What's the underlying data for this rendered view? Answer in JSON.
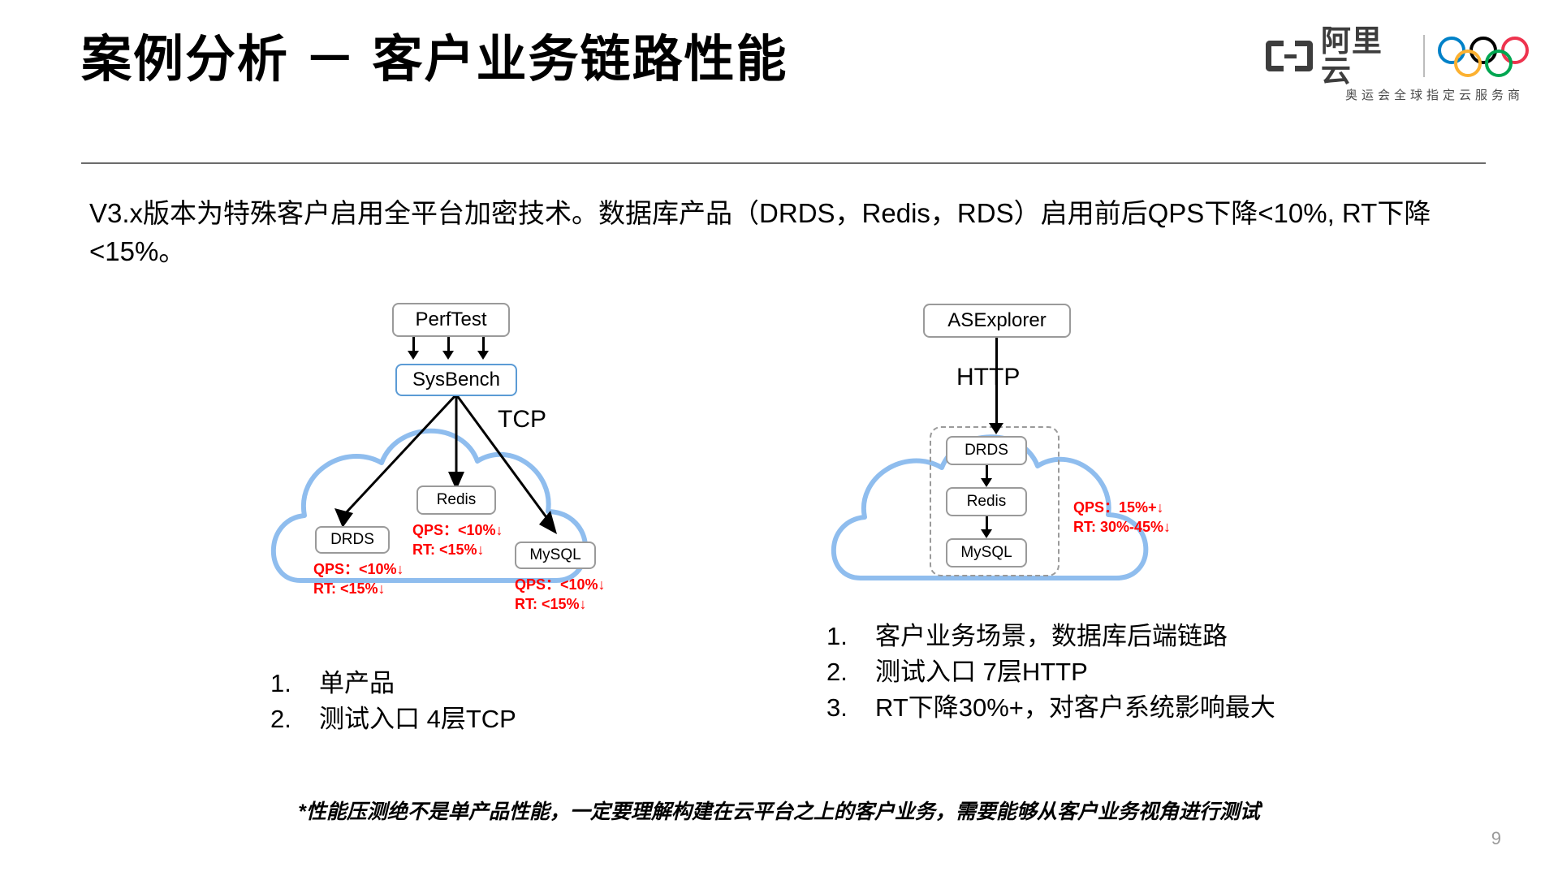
{
  "header": {
    "title": "案例分析 － 客户业务链路性能",
    "brand": {
      "logo_text": "阿里云",
      "tagline": "奥运会全球指定云服务商",
      "ring_colors": [
        "#0081c8",
        "#000000",
        "#ee334e",
        "#fcb131",
        "#00a651"
      ]
    }
  },
  "subtitle": "V3.x版本为特殊客户启用全平台加密技术。数据库产品（DRDS，Redis，RDS）启用前后QPS下降<10%, RT下降<15%。",
  "left_diagram": {
    "source_node": "PerfTest",
    "driver_node": "SysBench",
    "protocol_label": "TCP",
    "nodes": [
      {
        "label": "DRDS",
        "qps": "QPS：<10%↓",
        "rt": "RT: <15%↓"
      },
      {
        "label": "Redis",
        "qps": "QPS：<10%↓",
        "rt": "RT: <15%↓"
      },
      {
        "label": "MySQL",
        "qps": "QPS：<10%↓",
        "rt": "RT: <15%↓"
      }
    ],
    "bullets": [
      {
        "num": "1.",
        "text": "单产品"
      },
      {
        "num": "2.",
        "text": "测试入口 4层TCP"
      }
    ]
  },
  "right_diagram": {
    "source_node": "ASExplorer",
    "protocol_label": "HTTP",
    "chain": [
      "DRDS",
      "Redis",
      "MySQL"
    ],
    "stats": {
      "qps": "QPS：15%+↓",
      "rt": "RT: 30%-45%↓"
    },
    "bullets": [
      {
        "num": "1.",
        "text": "客户业务场景，数据库后端链路"
      },
      {
        "num": "2.",
        "text": "测试入口 7层HTTP"
      },
      {
        "num": "3.",
        "text": "RT下降30%+，对客户系统影响最大"
      }
    ]
  },
  "footnote": "*性能压测绝不是单产品性能，一定要理解构建在云平台之上的客户业务，需要能够从客户业务视角进行测试",
  "page_number": "9",
  "colors": {
    "accent_blue": "#5b9bd5",
    "cloud_blue": "#8fbdee",
    "stat_red": "#ff0000",
    "node_border": "#9a9a9a"
  }
}
